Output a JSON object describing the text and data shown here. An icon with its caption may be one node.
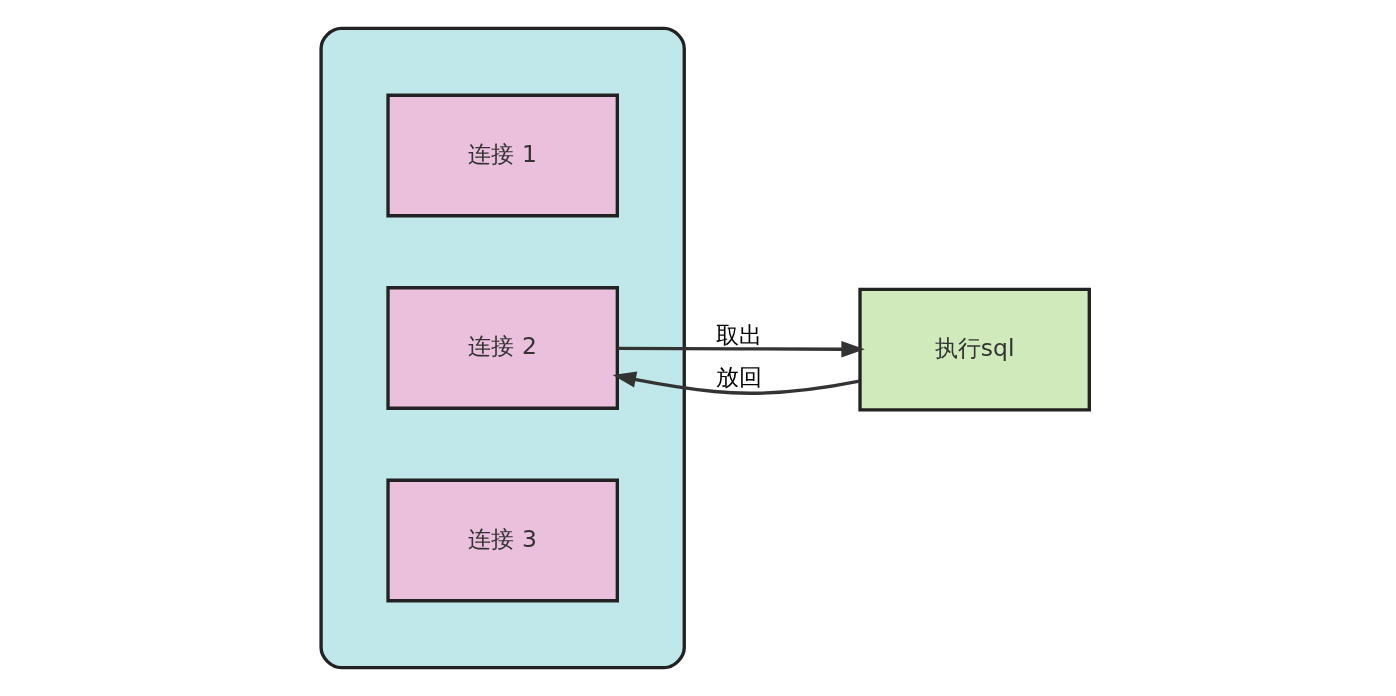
{
  "diagram": {
    "nodes": [
      {
        "text": [],
        "shape": "ellipse"
      },
      {
        "text": [
          "连接 1"
        ],
        "in": 0
      },
      {
        "text": [
          "连接 2"
        ],
        "in": 0
      },
      {
        "text": [
          "连接 3"
        ],
        "in": 0
      },
      {
        "text": [
          "执行sql"
        ]
      }
    ],
    "edges": [
      {
        "from": 2,
        "to": 4,
        "arrow": "to",
        "label": "取出"
      },
      {
        "from": 4,
        "to": 2,
        "arrow": "to",
        "label": "放回"
      }
    ]
  }
}
